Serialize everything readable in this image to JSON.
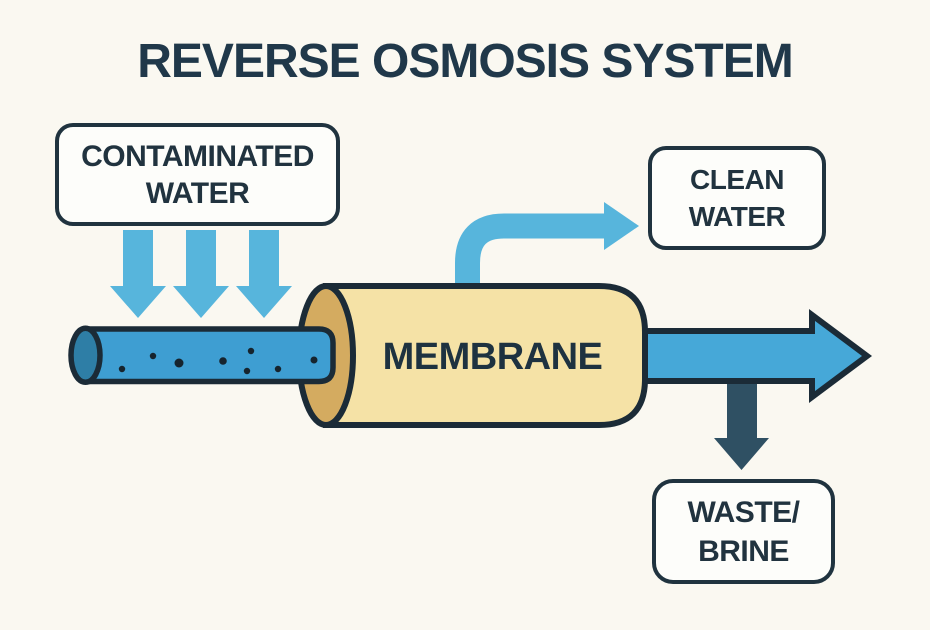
{
  "title": "REVERSE OSMOSIS SYSTEM",
  "nodes": {
    "contaminated_water": {
      "label": "CONTAMINATED\nWATER"
    },
    "clean_water": {
      "label": "CLEAN\nWATER"
    },
    "waste_brine": {
      "label": "WASTE/\nBRINE"
    },
    "membrane": {
      "label": "MEMBRANE"
    }
  },
  "diagram": {
    "type": "flow-diagram",
    "particle_count": 8,
    "flows": [
      {
        "from": "contaminated_water",
        "to": "membrane",
        "via": "feed-pipe"
      },
      {
        "from": "membrane",
        "to": "clean_water",
        "via": "permeate-arrow"
      },
      {
        "from": "membrane",
        "to": "waste_brine",
        "via": "waste-arrow"
      }
    ]
  },
  "colors": {
    "background": "#FAF8F1",
    "ink_navy": "#1B2B37",
    "text_navy": "#21333F",
    "light_blue_arrow": "#57B5DC",
    "water_blue": "#46A8D8",
    "pipe_blue": "#3E9ED2",
    "pipe_end_blue": "#2E7EA6",
    "membrane_tan": "#F5E2A6",
    "membrane_end_tan": "#D4AB60",
    "waste_slate": "#2F5063",
    "box_fill": "#FDFDFA"
  }
}
